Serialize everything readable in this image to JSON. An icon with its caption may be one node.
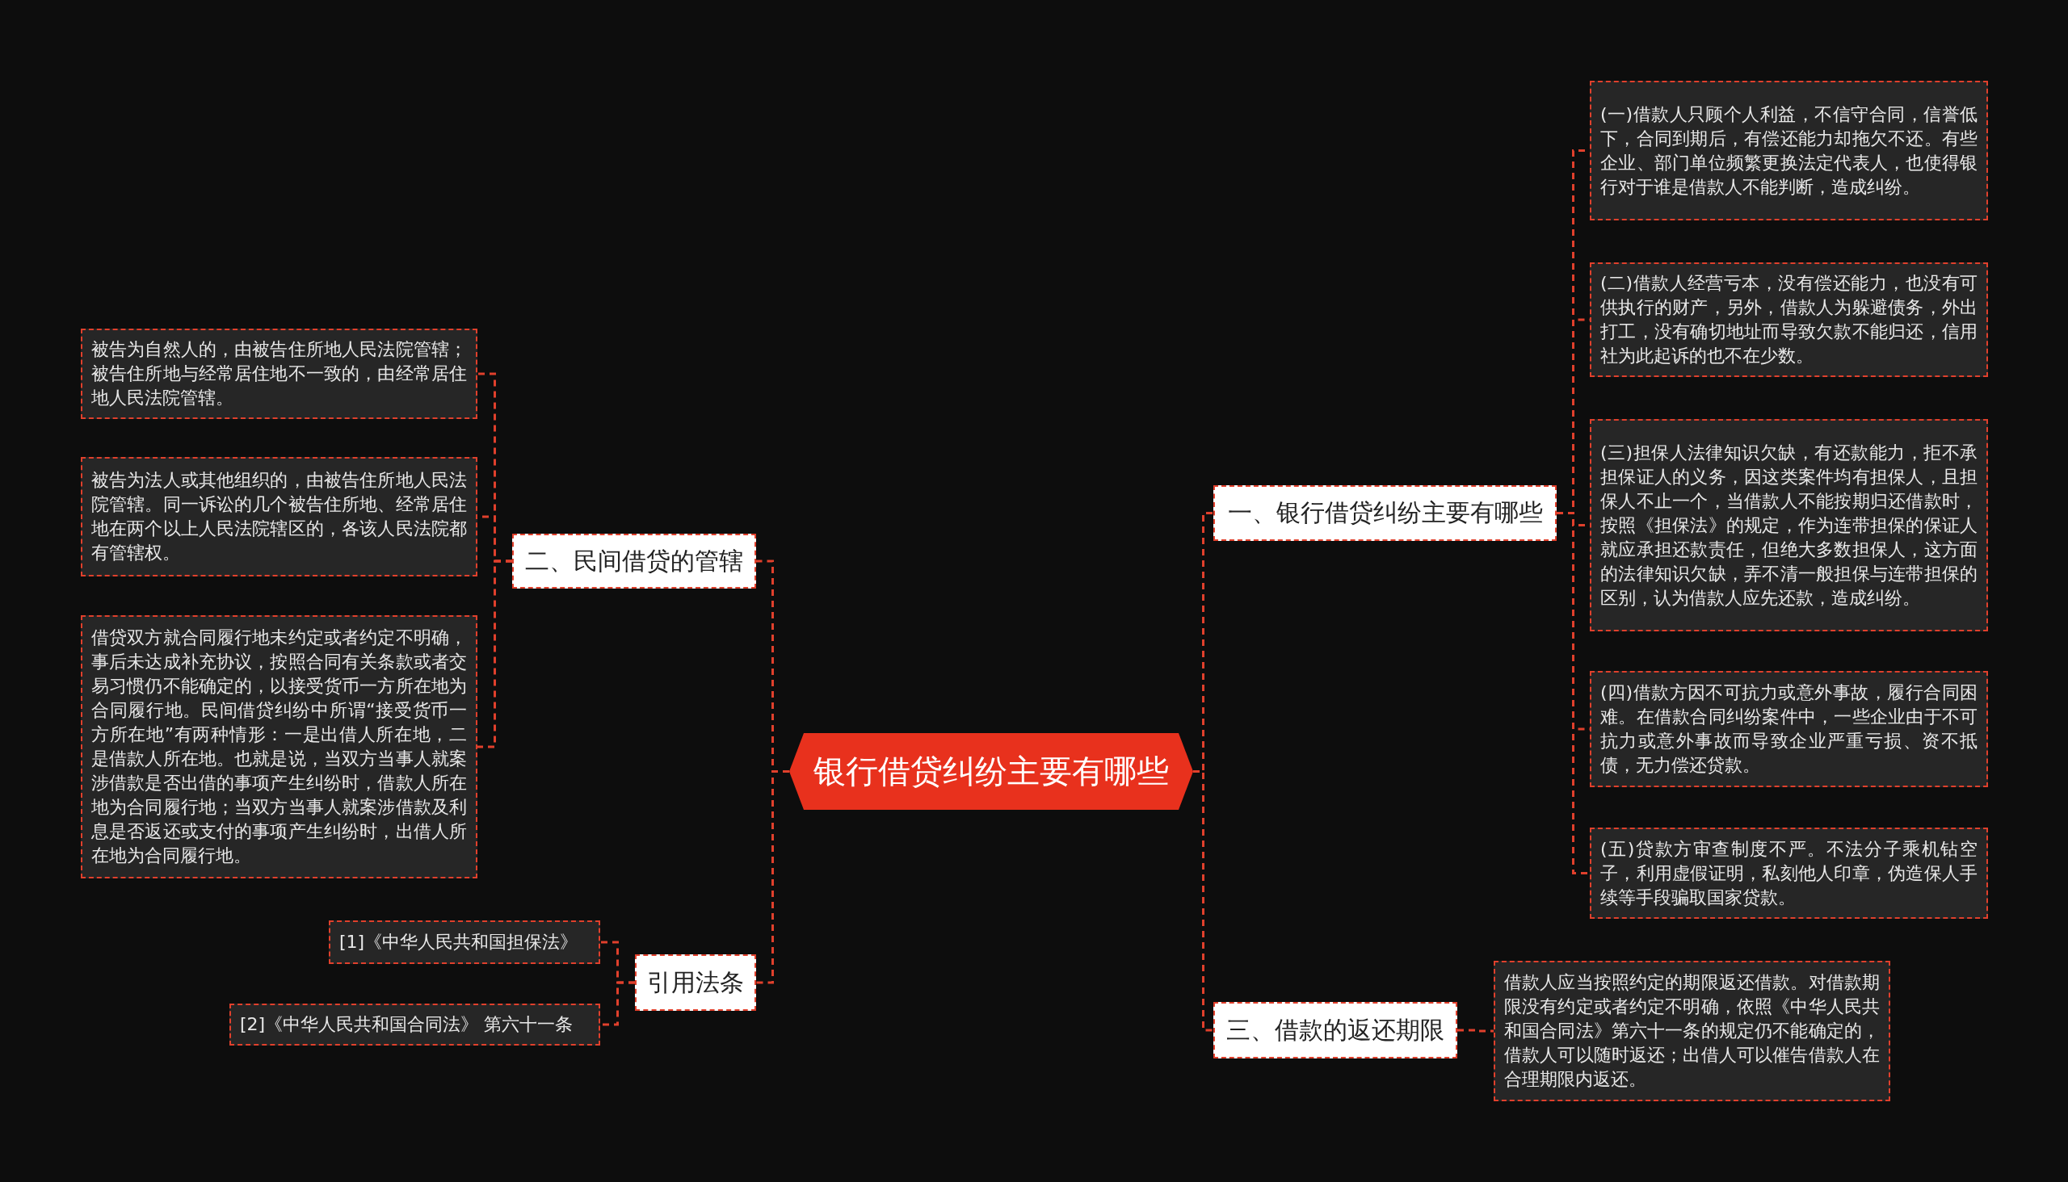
{
  "diagram": {
    "nodes": [
      {
        "text": [
          "银行借贷纠纷主要有哪些"
        ]
      },
      {
        "text": [
          "二、民间借贷的管辖"
        ]
      },
      {
        "text": [
          "被告为自然人的，由被告住所地人民法院管辖；被告住所地与经常居住地不一致的，由经常居住地人民法院管辖。"
        ]
      },
      {
        "text": [
          "被告为法人或其他组织的，由被告住所地人民法院管辖。同一诉讼的几个被告住所地、经常居住地在两个以上人民法院辖区的，各该人民法院都有管辖权。"
        ]
      },
      {
        "text": [
          "借贷双方就合同履行地未约定或者约定不明确，事后未达成补充协议，按照合同有关条款或者交易习惯仍不能确定的，以接受货币一方所在地为合同履行地。民间借贷纠纷中所谓“接受货币一方所在地”有两种情形：一是出借人所在地，二是借款人所在地。也就是说，当双方当事人就案涉借款是否出借的事项产生纠纷时，借款人所在地为合同履行地；当双方当事人就案涉借款及利息是否返还或支付的事项产生纠纷时，出借人所在地为合同履行地。"
        ]
      },
      {
        "text": [
          "引用法条"
        ]
      },
      {
        "text": [
          "[1]《中华人民共和国担保法》"
        ]
      },
      {
        "text": [
          "[2]《中华人民共和国合同法》 第六十一条"
        ]
      },
      {
        "text": [
          "一、银行借贷纠纷主要有哪些"
        ]
      },
      {
        "text": [
          "(一)借款人只顾个人利益，不信守合同，信誉低下，合同到期后，有偿还能力却拖欠不还。有些企业、部门单位频繁更换法定代表人，也使得银行对于谁是借款人不能判断，造成纠纷。"
        ]
      },
      {
        "text": [
          "(二)借款人经营亏本，没有偿还能力，也没有可供执行的财产，另外，借款人为躲避债务，外出打工，没有确切地址而导致欠款不能归还，信用社为此起诉的也不在少数。"
        ]
      },
      {
        "text": [
          "(三)担保人法律知识欠缺，有还款能力，拒不承担保证人的义务，因这类案件均有担保人，且担保人不止一个，当借款人不能按期归还借款时，按照《担保法》的规定，作为连带担保的保证人就应承担还款责任，但绝大多数担保人，这方面的法律知识欠缺，弄不清一般担保与连带担保的区别，认为借款人应先还款，造成纠纷。"
        ]
      },
      {
        "text": [
          "(四)借款方因不可抗力或意外事故，履行合同困难。在借款合同纠纷案件中，一些企业由于不可抗力或意外事故而导致企业严重亏损、资不抵债，无力偿还贷款。"
        ]
      },
      {
        "text": [
          "(五)贷款方审查制度不严。不法分子乘机钻空子，利用虚假证明，私刻他人印章，伪造保人手续等手段骗取国家贷款。"
        ]
      },
      {
        "text": [
          "三、借款的返还期限"
        ]
      },
      {
        "text": [
          "借款人应当按照约定的期限返还借款。对借款期限没有约定或者约定不明确，依照《中华人民共和国合同法》第六十一条的规定仍不能确定的，借款人可以随时返还；出借人可以催告借款人在合理期限内返还。"
        ]
      }
    ],
    "edges": [
      {
        "from": 0,
        "to": 1,
        "arrow": "none",
        "style": "dashed"
      },
      {
        "from": 1,
        "to": 2,
        "arrow": "none",
        "style": "dashed"
      },
      {
        "from": 1,
        "to": 3,
        "arrow": "none",
        "style": "dashed"
      },
      {
        "from": 1,
        "to": 4,
        "arrow": "none",
        "style": "dashed"
      },
      {
        "from": 0,
        "to": 5,
        "arrow": "none",
        "style": "dashed"
      },
      {
        "from": 5,
        "to": 6,
        "arrow": "none",
        "style": "dashed"
      },
      {
        "from": 5,
        "to": 7,
        "arrow": "none",
        "style": "dashed"
      },
      {
        "from": 0,
        "to": 8,
        "arrow": "none",
        "style": "dashed"
      },
      {
        "from": 8,
        "to": 9,
        "arrow": "none",
        "style": "dashed"
      },
      {
        "from": 8,
        "to": 10,
        "arrow": "none",
        "style": "dashed"
      },
      {
        "from": 8,
        "to": 11,
        "arrow": "none",
        "style": "dashed"
      },
      {
        "from": 8,
        "to": 12,
        "arrow": "none",
        "style": "dashed"
      },
      {
        "from": 8,
        "to": 13,
        "arrow": "none",
        "style": "dashed"
      },
      {
        "from": 0,
        "to": 14,
        "arrow": "none",
        "style": "dashed"
      },
      {
        "from": 14,
        "to": 15,
        "arrow": "none",
        "style": "dashed"
      }
    ]
  }
}
